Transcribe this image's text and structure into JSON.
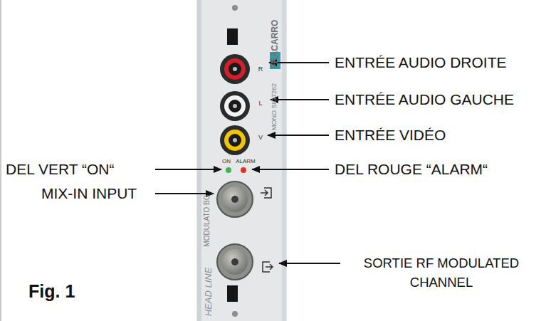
{
  "diagram": {
    "caption": "Fig. 1",
    "labels": [
      "ENTRÉE AUDIO DROITE",
      "ENTRÉE AUDIO GAUCHE",
      "ENTRÉE VIDÉO",
      "DEL VERT “ON“",
      "DEL ROUGE  “ALARM“",
      "MIX-IN INPUT",
      "SORTIE RF MODULATED CHANNEL",
      "FRACARRO",
      "R",
      "L",
      "V",
      "ON",
      "ALARM",
      "MONO SIG7262",
      "MODULATO BG",
      "HEAD LINE"
    ]
  }
}
